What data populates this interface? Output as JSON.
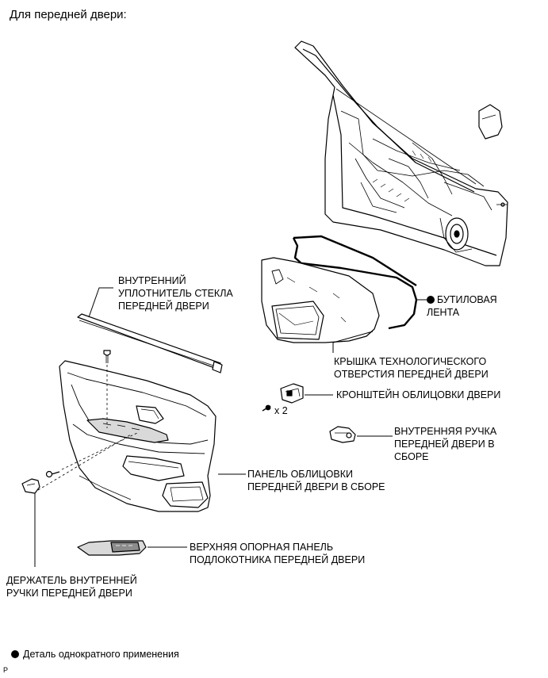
{
  "header": "Для передней двери:",
  "labels": {
    "glass_weatherstrip": [
      "ВНУТРЕННИЙ",
      "УПЛОТНИТЕЛЬ СТЕКЛА",
      "ПЕРЕДНЕЙ ДВЕРИ"
    ],
    "butyl_tape": [
      "БУТИЛОВАЯ",
      "ЛЕНТА"
    ],
    "service_hole_cover": [
      "КРЫШКА ТЕХНОЛОГИЧЕСКОГО",
      "ОТВЕРСТИЯ ПЕРЕДНЕЙ ДВЕРИ"
    ],
    "trim_bracket": [
      "КРОНШТЕЙН ОБЛИЦОВКИ ДВЕРИ"
    ],
    "clip_count": "x 2",
    "inside_handle": [
      "ВНУТРЕННЯЯ РУЧКА",
      "ПЕРЕДНЕЙ ДВЕРИ В",
      "СБОРЕ"
    ],
    "trim_panel": [
      "ПАНЕЛЬ ОБЛИЦОВКИ",
      "ПЕРЕДНЕЙ ДВЕРИ В СБОРЕ"
    ],
    "armrest_upper_panel": [
      "ВЕРХНЯЯ ОПОРНАЯ ПАНЕЛЬ",
      "ПОДЛОКОТНИКА ПЕРЕДНЕЙ ДВЕРИ"
    ],
    "handle_bezel": [
      "ДЕРЖАТЕЛЬ ВНУТРЕННЕЙ",
      "РУЧКИ ПЕРЕДНЕЙ ДВЕРИ"
    ]
  },
  "legend": "Деталь однократного применения",
  "corner_mark": "P",
  "colors": {
    "ink": "#000000",
    "paper": "#ffffff",
    "shade": "#d9d9d9",
    "dark_shade": "#8c8c8c"
  }
}
